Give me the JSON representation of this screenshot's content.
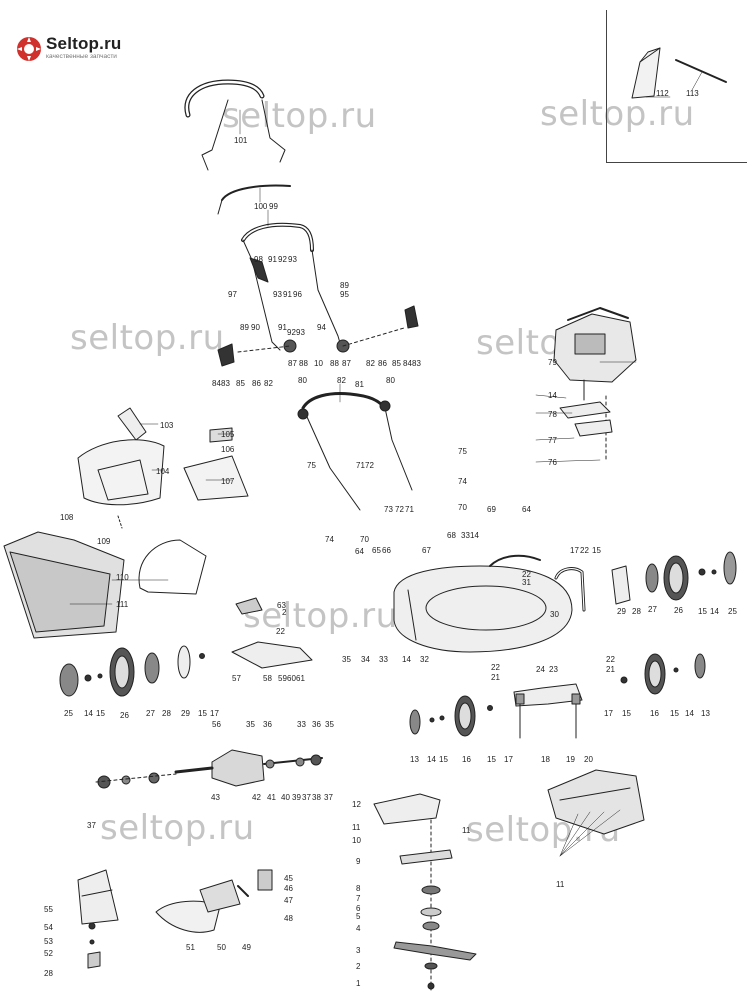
{
  "logo": {
    "name": "Seltop.ru",
    "tagline": "качественные запчасти",
    "accent": "#d0312d"
  },
  "watermark": "seltop.ru",
  "inset_labels": [
    "112",
    "113"
  ],
  "callouts": [
    {
      "id": "l101",
      "t": "101"
    },
    {
      "id": "l100",
      "t": "100"
    },
    {
      "id": "l99",
      "t": "99"
    },
    {
      "id": "l98",
      "t": "98"
    },
    {
      "id": "l91a",
      "t": "91"
    },
    {
      "id": "l92a",
      "t": "92"
    },
    {
      "id": "l93a",
      "t": "93"
    },
    {
      "id": "l97",
      "t": "97"
    },
    {
      "id": "l93b",
      "t": "93"
    },
    {
      "id": "l91b",
      "t": "91"
    },
    {
      "id": "l96",
      "t": "96"
    },
    {
      "id": "l89a",
      "t": "89"
    },
    {
      "id": "l95",
      "t": "95"
    },
    {
      "id": "l89b",
      "t": "89"
    },
    {
      "id": "l90",
      "t": "90"
    },
    {
      "id": "l91c",
      "t": "91"
    },
    {
      "id": "l92b",
      "t": "92"
    },
    {
      "id": "l93c",
      "t": "93"
    },
    {
      "id": "l94",
      "t": "94"
    },
    {
      "id": "l84a",
      "t": "84"
    },
    {
      "id": "l83a",
      "t": "83"
    },
    {
      "id": "l85a",
      "t": "85"
    },
    {
      "id": "l86a",
      "t": "86"
    },
    {
      "id": "l82a",
      "t": "82"
    },
    {
      "id": "l87a",
      "t": "87"
    },
    {
      "id": "l88a",
      "t": "88"
    },
    {
      "id": "l10a",
      "t": "10"
    },
    {
      "id": "l88b",
      "t": "88"
    },
    {
      "id": "l87b",
      "t": "87"
    },
    {
      "id": "l82b",
      "t": "82"
    },
    {
      "id": "l86b",
      "t": "86"
    },
    {
      "id": "l85b",
      "t": "85"
    },
    {
      "id": "l84b",
      "t": "84"
    },
    {
      "id": "l83b",
      "t": "83"
    },
    {
      "id": "l80a",
      "t": "80"
    },
    {
      "id": "l82c",
      "t": "82"
    },
    {
      "id": "l81",
      "t": "81"
    },
    {
      "id": "l80b",
      "t": "80"
    },
    {
      "id": "l79",
      "t": "79"
    },
    {
      "id": "l14a",
      "t": "14"
    },
    {
      "id": "l78",
      "t": "78"
    },
    {
      "id": "l77",
      "t": "77"
    },
    {
      "id": "l76",
      "t": "76"
    },
    {
      "id": "l103",
      "t": "103"
    },
    {
      "id": "l105",
      "t": "105"
    },
    {
      "id": "l106",
      "t": "106"
    },
    {
      "id": "l104",
      "t": "104"
    },
    {
      "id": "l107",
      "t": "107"
    },
    {
      "id": "l75a",
      "t": "75"
    },
    {
      "id": "l75b",
      "t": "75"
    },
    {
      "id": "l71a",
      "t": "71"
    },
    {
      "id": "l72a",
      "t": "72"
    },
    {
      "id": "l74a",
      "t": "74"
    },
    {
      "id": "l73",
      "t": "73"
    },
    {
      "id": "l72b",
      "t": "72"
    },
    {
      "id": "l71b",
      "t": "71"
    },
    {
      "id": "l70a",
      "t": "70"
    },
    {
      "id": "l74b",
      "t": "74"
    },
    {
      "id": "l70b",
      "t": "70"
    },
    {
      "id": "l108",
      "t": "108"
    },
    {
      "id": "l109",
      "t": "109"
    },
    {
      "id": "l110",
      "t": "110"
    },
    {
      "id": "l111",
      "t": "111"
    },
    {
      "id": "l69",
      "t": "69"
    },
    {
      "id": "l64a",
      "t": "64"
    },
    {
      "id": "l68",
      "t": "68"
    },
    {
      "id": "l33a",
      "t": "33"
    },
    {
      "id": "l14b",
      "t": "14"
    },
    {
      "id": "l22a",
      "t": "22"
    },
    {
      "id": "l31",
      "t": "31"
    },
    {
      "id": "l64b",
      "t": "64"
    },
    {
      "id": "l65",
      "t": "65"
    },
    {
      "id": "l66",
      "t": "66"
    },
    {
      "id": "l67",
      "t": "67"
    },
    {
      "id": "l17a",
      "t": "17"
    },
    {
      "id": "l22b",
      "t": "22"
    },
    {
      "id": "l15a",
      "t": "15"
    },
    {
      "id": "l30",
      "t": "30"
    },
    {
      "id": "l29a",
      "t": "29"
    },
    {
      "id": "l28a",
      "t": "28"
    },
    {
      "id": "l27a",
      "t": "27"
    },
    {
      "id": "l26a",
      "t": "26"
    },
    {
      "id": "l15b",
      "t": "15"
    },
    {
      "id": "l14c",
      "t": "14"
    },
    {
      "id": "l25a",
      "t": "25"
    },
    {
      "id": "l63",
      "t": "63"
    },
    {
      "id": "l2a",
      "t": "2"
    },
    {
      "id": "l22c",
      "t": "22"
    },
    {
      "id": "l35a",
      "t": "35"
    },
    {
      "id": "l34",
      "t": "34"
    },
    {
      "id": "l33b",
      "t": "33"
    },
    {
      "id": "l14d",
      "t": "14"
    },
    {
      "id": "l32",
      "t": "32"
    },
    {
      "id": "l25b",
      "t": "25"
    },
    {
      "id": "l14e",
      "t": "14"
    },
    {
      "id": "l15c",
      "t": "15"
    },
    {
      "id": "l26b",
      "t": "26"
    },
    {
      "id": "l27b",
      "t": "27"
    },
    {
      "id": "l28b",
      "t": "28"
    },
    {
      "id": "l29b",
      "t": "29"
    },
    {
      "id": "l15d",
      "t": "15"
    },
    {
      "id": "l17b",
      "t": "17"
    },
    {
      "id": "l57",
      "t": "57"
    },
    {
      "id": "l58",
      "t": "58"
    },
    {
      "id": "l59",
      "t": "59"
    },
    {
      "id": "l60",
      "t": "60"
    },
    {
      "id": "l61",
      "t": "61"
    },
    {
      "id": "l22d",
      "t": "22"
    },
    {
      "id": "l21a",
      "t": "21"
    },
    {
      "id": "l24",
      "t": "24"
    },
    {
      "id": "l23",
      "t": "23"
    },
    {
      "id": "l22e",
      "t": "22"
    },
    {
      "id": "l21b",
      "t": "21"
    },
    {
      "id": "l17c",
      "t": "17"
    },
    {
      "id": "l15e",
      "t": "15"
    },
    {
      "id": "l16a",
      "t": "16"
    },
    {
      "id": "l15f",
      "t": "15"
    },
    {
      "id": "l14f",
      "t": "14"
    },
    {
      "id": "l13a",
      "t": "13"
    },
    {
      "id": "l56",
      "t": "56"
    },
    {
      "id": "l35b",
      "t": "35"
    },
    {
      "id": "l36a",
      "t": "36"
    },
    {
      "id": "l33c",
      "t": "33"
    },
    {
      "id": "l36b",
      "t": "36"
    },
    {
      "id": "l35c",
      "t": "35"
    },
    {
      "id": "l13b",
      "t": "13"
    },
    {
      "id": "l14g",
      "t": "14"
    },
    {
      "id": "l15g",
      "t": "15"
    },
    {
      "id": "l16b",
      "t": "16"
    },
    {
      "id": "l15h",
      "t": "15"
    },
    {
      "id": "l17d",
      "t": "17"
    },
    {
      "id": "l18",
      "t": "18"
    },
    {
      "id": "l19",
      "t": "19"
    },
    {
      "id": "l20",
      "t": "20"
    },
    {
      "id": "l43",
      "t": "43"
    },
    {
      "id": "l42",
      "t": "42"
    },
    {
      "id": "l41",
      "t": "41"
    },
    {
      "id": "l40",
      "t": "40"
    },
    {
      "id": "l39",
      "t": "39"
    },
    {
      "id": "l37a",
      "t": "37"
    },
    {
      "id": "l38",
      "t": "38"
    },
    {
      "id": "l37b",
      "t": "37"
    },
    {
      "id": "l37c",
      "t": "37"
    },
    {
      "id": "l12",
      "t": "12"
    },
    {
      "id": "l11a",
      "t": "11"
    },
    {
      "id": "l11b",
      "t": "11"
    },
    {
      "id": "l10b",
      "t": "10"
    },
    {
      "id": "l9",
      "t": "9"
    },
    {
      "id": "l8",
      "t": "8"
    },
    {
      "id": "l7",
      "t": "7"
    },
    {
      "id": "l6",
      "t": "6"
    },
    {
      "id": "l5",
      "t": "5"
    },
    {
      "id": "l4",
      "t": "4"
    },
    {
      "id": "l3",
      "t": "3"
    },
    {
      "id": "l2b",
      "t": "2"
    },
    {
      "id": "l1",
      "t": "1"
    },
    {
      "id": "l11c",
      "t": "11"
    },
    {
      "id": "l55",
      "t": "55"
    },
    {
      "id": "l54",
      "t": "54"
    },
    {
      "id": "l53",
      "t": "53"
    },
    {
      "id": "l52",
      "t": "52"
    },
    {
      "id": "l28c",
      "t": "28"
    },
    {
      "id": "l45",
      "t": "45"
    },
    {
      "id": "l46",
      "t": "46"
    },
    {
      "id": "l47",
      "t": "47"
    },
    {
      "id": "l48",
      "t": "48"
    },
    {
      "id": "l51",
      "t": "51"
    },
    {
      "id": "l50",
      "t": "50"
    },
    {
      "id": "l49",
      "t": "49"
    }
  ]
}
